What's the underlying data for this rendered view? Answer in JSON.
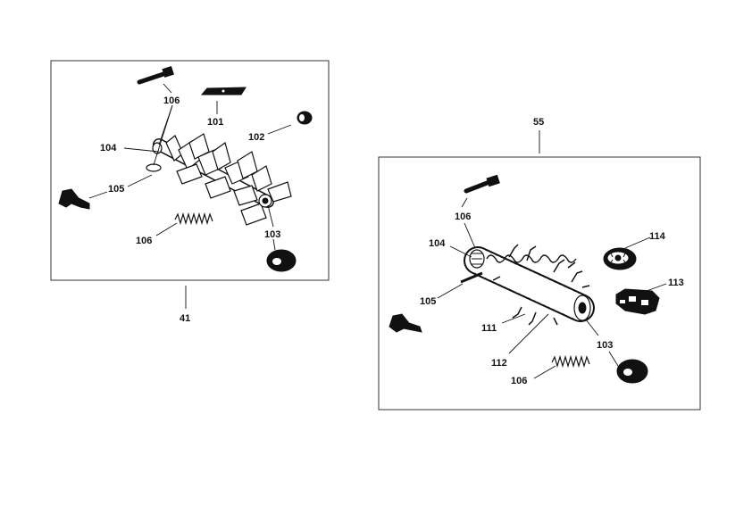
{
  "left_panel": {
    "assembly_number": "41",
    "callouts": [
      {
        "key": "a",
        "text": "106"
      },
      {
        "key": "b",
        "text": "101"
      },
      {
        "key": "c",
        "text": "104"
      },
      {
        "key": "d",
        "text": "102"
      },
      {
        "key": "e",
        "text": "105"
      },
      {
        "key": "f",
        "text": "106"
      },
      {
        "key": "g",
        "text": "103"
      }
    ]
  },
  "right_panel": {
    "assembly_number": "55",
    "callouts": [
      {
        "key": "a",
        "text": "106"
      },
      {
        "key": "b",
        "text": "104"
      },
      {
        "key": "c",
        "text": "114"
      },
      {
        "key": "d",
        "text": "113"
      },
      {
        "key": "e",
        "text": "105"
      },
      {
        "key": "f",
        "text": "111"
      },
      {
        "key": "g",
        "text": "103"
      },
      {
        "key": "h",
        "text": "112"
      },
      {
        "key": "i",
        "text": "106"
      }
    ]
  }
}
